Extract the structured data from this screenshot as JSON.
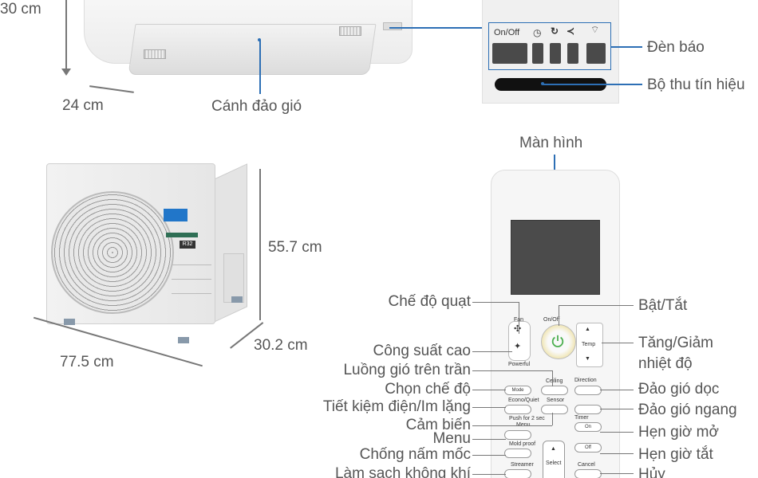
{
  "indoor": {
    "height_label": "30 cm",
    "depth_label": "24 cm",
    "flap_label": "Cánh đảo gió",
    "indicator_label": "Đèn báo",
    "receiver_label": "Bộ thu tín hiệu",
    "panel_onoff": "On/Off"
  },
  "outdoor": {
    "height_label": "55.7 cm",
    "depth_label": "30.2 cm",
    "width_label": "77.5 cm",
    "refrigerant": "R32"
  },
  "remote": {
    "screen_label": "Màn hình",
    "left_labels": [
      "Chế độ quạt",
      "Công suất cao",
      "Luồng gió trên trần",
      "Chọn chế độ",
      "Tiết kiệm điện/Im lặng",
      "Cảm biến",
      "Menu",
      "Chống nấm mốc",
      "Làm sạch không khí"
    ],
    "right_labels": {
      "power": "Bật/Tắt",
      "temp_line1": "Tăng/Giảm",
      "temp_line2": "nhiệt độ",
      "vswing": "Đảo gió dọc",
      "hswing": "Đảo gió ngang",
      "timer_on": "Hẹn giờ mở",
      "timer_off": "Hẹn giờ tắt",
      "cancel": "Hủy"
    },
    "buttons": {
      "fan": "Fan",
      "powerful": "Powerful",
      "onoff": "On/Off",
      "temp": "Temp",
      "ceiling": "Ceiling",
      "mode": "Mode",
      "direction": "Direction",
      "econo": "Econo/Quiet",
      "sensor": "Sensor",
      "push2": "Push for 2 sec",
      "menu": "Menu",
      "timer": "Timer",
      "on": "On",
      "off": "Off",
      "moldproof": "Mold proof",
      "streamer": "Streamer",
      "select": "Select",
      "cancel": "Cancel"
    }
  }
}
